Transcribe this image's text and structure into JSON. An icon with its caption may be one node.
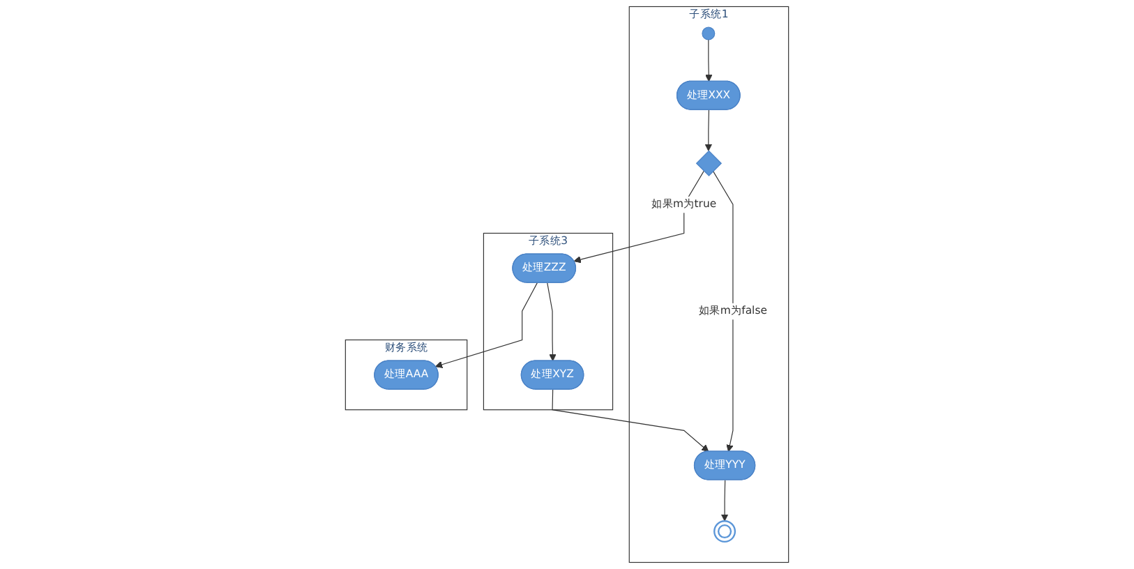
{
  "diagram": {
    "nodes": [
      {
        "text": [
          "子系统1"
        ]
      },
      {
        "text": [],
        "shape": "circle",
        "in": 0
      },
      {
        "text": [
          "处理XXX"
        ],
        "in": 0
      },
      {
        "text": [],
        "shape": "diamond",
        "in": 0
      },
      {
        "text": [
          "处理YYY"
        ],
        "in": 0
      },
      {
        "text": [],
        "shape": "circle",
        "in": 0
      },
      {
        "text": [
          "子系统3"
        ]
      },
      {
        "text": [
          "处理ZZZ"
        ],
        "in": 6
      },
      {
        "text": [
          "处理XYZ"
        ],
        "in": 6
      },
      {
        "text": [
          "财务系统"
        ]
      },
      {
        "text": [
          "处理AAA"
        ],
        "in": 9
      }
    ],
    "edges": [
      {
        "from": 1,
        "to": 2,
        "arrow": "to"
      },
      {
        "from": 2,
        "to": 3,
        "arrow": "to"
      },
      {
        "from": 3,
        "to": 7,
        "arrow": "to",
        "label": "如果m为true"
      },
      {
        "from": 3,
        "to": 4,
        "arrow": "to",
        "label": "如果m为false"
      },
      {
        "from": 4,
        "to": 5,
        "arrow": "to"
      },
      {
        "from": 7,
        "to": 10,
        "arrow": "to"
      },
      {
        "from": 7,
        "to": 8,
        "arrow": "to"
      },
      {
        "from": 8,
        "to": 4,
        "arrow": "to"
      }
    ]
  }
}
